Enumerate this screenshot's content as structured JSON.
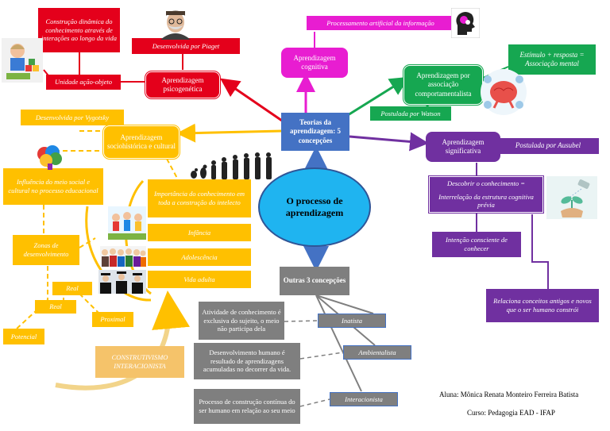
{
  "center": {
    "title": "O processo de aprendizagem"
  },
  "teorias": {
    "label": "Teorias da aprendizagem: 5 concepções"
  },
  "outras": {
    "label": "Outras 3 concepções"
  },
  "psicogenetica": {
    "title": "Aprendizagem psicogenética",
    "construcao": "Construção dinâmica do conhecimento através de interações ao longo da vida",
    "piaget": "Desenvolvida por Piaget",
    "unidade": "Unidade ação-objeto"
  },
  "cognitiva": {
    "title": "Aprendizagem cognitiva",
    "processamento": "Processamento artificial da informação"
  },
  "comportamentalista": {
    "title": "Aprendizagem por associação comportamentalista",
    "estimulo": "Estímulo + resposta = Associação mental",
    "watson": "Postulada por Watson"
  },
  "significativa": {
    "title": "Aprendizagem significativa",
    "ausubel": "Postulada por Ausubel",
    "descobrir": "Descobrir o conhecimento =",
    "interrelacao": "Interrelação da estrutura cognitiva prévia",
    "intencao": "Intenção consciente de conhecer",
    "relaciona": "Relaciona conceitos antigos e novos que o ser humano constrói"
  },
  "sociohistorica": {
    "title": "Aprendizagem sociohistórica e cultural",
    "vygotsky": "Desenvolvida por Vygotsky",
    "influencia": "Influência do meio social e cultural no processo educacional",
    "importancia": "Importância do conhecimento em toda a construção do intelecto",
    "infancia": "Infância",
    "adolescencia": "Adolescência",
    "vida_adulta": "Vida adulta",
    "zonas": "Zonas de desenvolvimento",
    "real1": "Real",
    "real2": "Real",
    "proximal": "Proximal",
    "potencial": "Potencial",
    "construtivismo": "CONSTRUTIVISMO INTERACIONISTA"
  },
  "concepcoes": {
    "inatista": "Inatista",
    "inatista_desc": "Atividade de conhecimento é exclusiva do sujeito, o meio não participa dela",
    "ambientalista": "Ambientalista",
    "ambientalista_desc": "Desenvolvimento humano é resultado de aprendizagens acumuladas no decorrer da vida.",
    "interacionista": "Interacionista",
    "interacionista_desc": "Processo de construção contínua do ser humano em relação ao seu meio"
  },
  "author": {
    "aluna": "Aluna: Mônica Renata Monteiro Ferreira Batista",
    "curso": "Curso: Pedagogia EAD - IFAP"
  },
  "colors": {
    "red": "#e4001b",
    "pink": "#e81dd1",
    "green": "#16a751",
    "blue": "#4472c4",
    "purple": "#7030a0",
    "yellow": "#ffc000",
    "gray": "#7f7f7f",
    "center": "#1fb4f0"
  },
  "icons": [
    "child-playing-blocks-image",
    "piaget-portrait-image",
    "brain-head-icon",
    "brain-gears-icon",
    "puzzle-heads-icon",
    "human-evolution-silhouette",
    "children-image",
    "teenagers-image",
    "graduates-image",
    "plant-growing-image"
  ]
}
